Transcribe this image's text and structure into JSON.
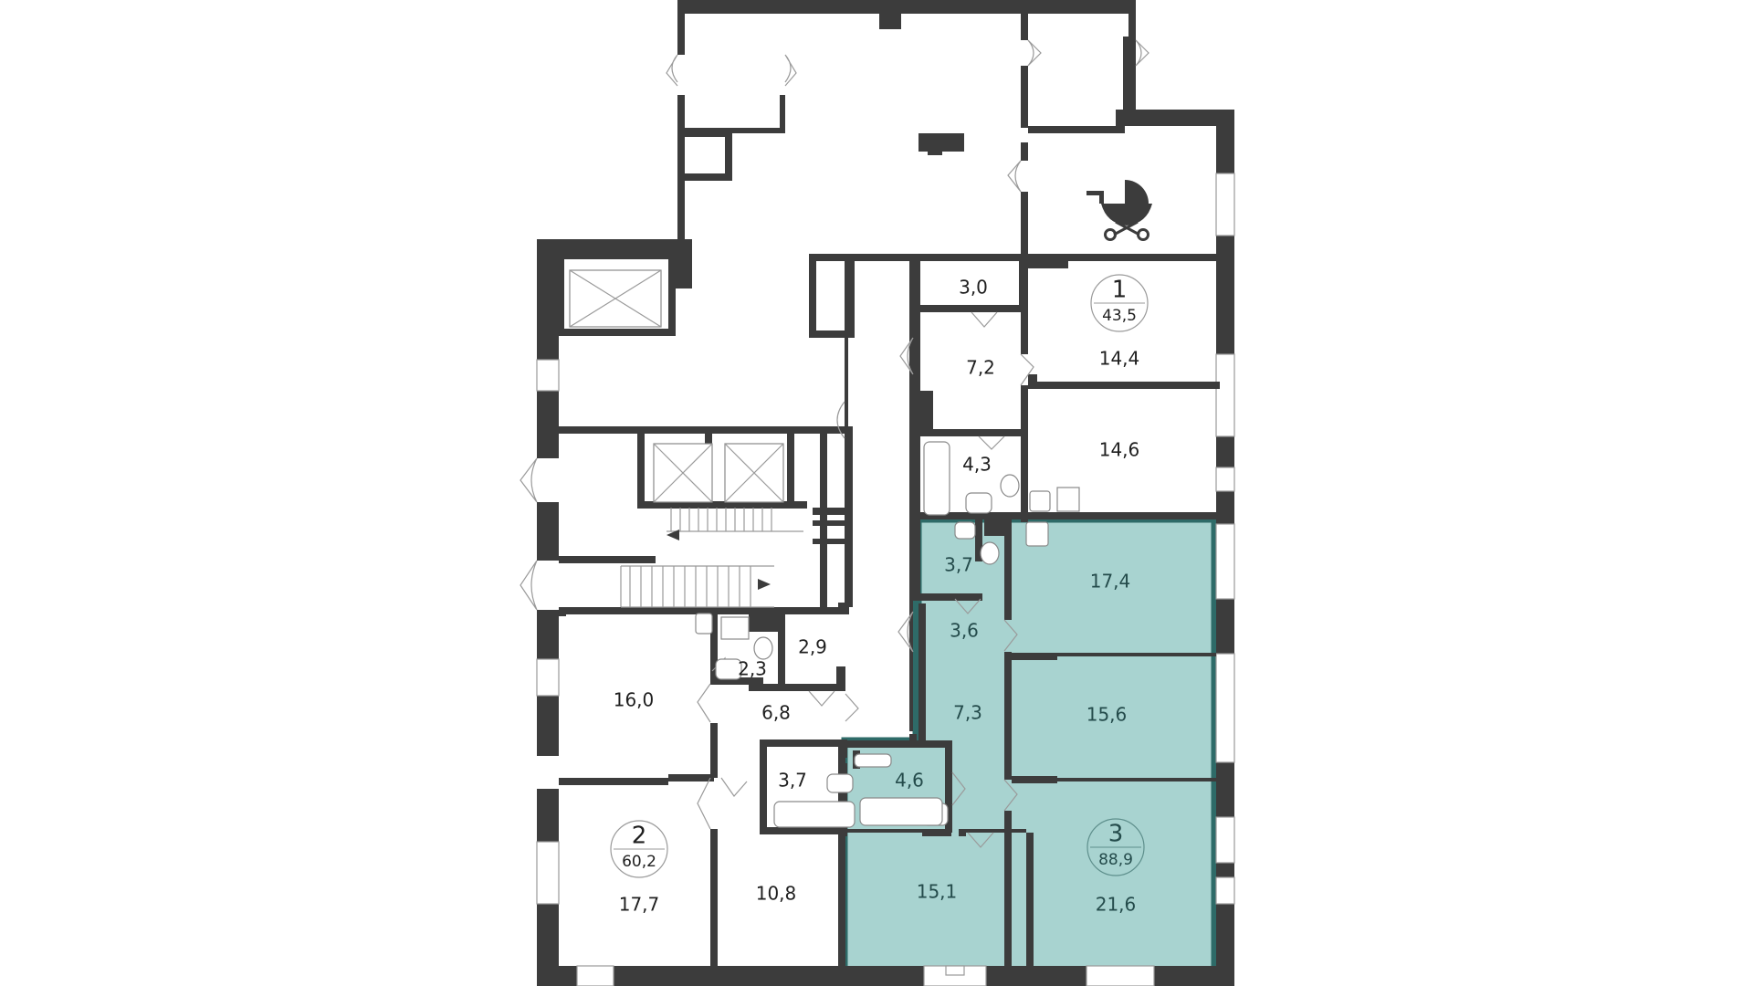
{
  "colors": {
    "wall": "#3c3c3c",
    "highlight_fill": "#a8d3d0",
    "highlight_border": "#2e6b68",
    "highlight_text": "#244b4b",
    "text": "#1f1f1f"
  },
  "icons": {
    "stroller": "stroller-icon",
    "elevator": "elevator-shaft-icon",
    "stairs": "stairs-icon"
  },
  "apartments": [
    {
      "number": "1",
      "area": "43,5",
      "highlighted": false,
      "rooms": [
        "3,0",
        "7,2",
        "14,4",
        "4,3",
        "14,6"
      ]
    },
    {
      "number": "2",
      "area": "60,2",
      "highlighted": false,
      "rooms": [
        "16,0",
        "2,3",
        "2,9",
        "6,8",
        "3,7",
        "17,7",
        "10,8"
      ]
    },
    {
      "number": "3",
      "area": "88,9",
      "highlighted": true,
      "rooms": [
        "3,7",
        "17,4",
        "3,6",
        "7,3",
        "15,6",
        "4,6",
        "15,1",
        "21,6"
      ]
    }
  ]
}
